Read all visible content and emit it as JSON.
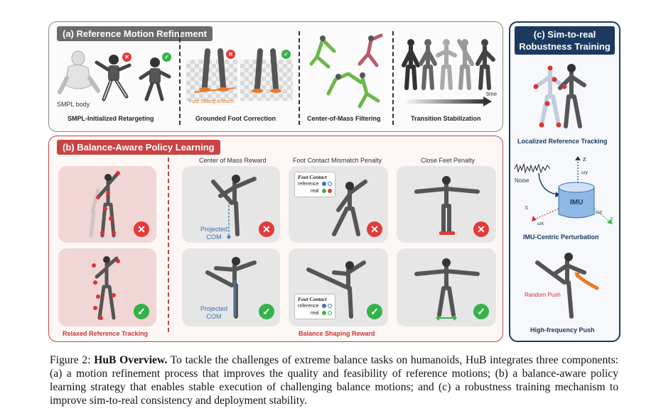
{
  "panel_a": {
    "title": "(a) Reference Motion Refinement",
    "smpl_label": "SMPL body",
    "foot_artifact_label": "Foot Sliding Artifacts",
    "time_label": "time",
    "steps": [
      "SMPL-Initialized Retargeting",
      "Grounded Foot Correction",
      "Center-of-Mass Filtering",
      "Transition Stabilization"
    ]
  },
  "panel_b": {
    "title": "(b) Balance-Aware Policy Learning",
    "column_labels": [
      "Center of Mass Reward",
      "Foot Contact Mismatch Penalty",
      "Close Feet Penalty"
    ],
    "projected_com": [
      "Projected",
      "COM"
    ],
    "foot_contact": {
      "title": "Foot Contact",
      "reference": "reference",
      "real": "real"
    },
    "bottom_left_label": "Relaxed Reference Tracking",
    "bottom_right_label": "Balance Shaping Reward"
  },
  "panel_c": {
    "title_line1": "(c) Sim-to-real",
    "title_line2": "Robustness Training",
    "localized_label": "Localized Reference Tracking",
    "noise_label": "Noise",
    "imu_label": "IMU",
    "axis_x": "x",
    "axis_y": "y",
    "axis_z": "z",
    "omega_x": "ωx",
    "omega_y": "ωy",
    "omega_z": "ωz",
    "imu_label_bottom": "IMU-Centric Perturbation",
    "random_push": "Random Push",
    "push_label": "High-frequency Push"
  },
  "caption": {
    "prefix": "Figure 2: ",
    "bold": "HuB Overview.",
    "text": " To tackle the challenges of extreme balance tasks on humanoids, HuB integrates three components: (a) a motion refinement process that improves the quality and feasibility of reference motions; (b) a balance-aware policy learning strategy that enables stable execution of challenging balance motions; and (c) a robustness training mechanism to improve sim-to-real consistency and deployment stability."
  },
  "colors": {
    "panel_a_border": "#888888",
    "panel_b_border": "#c04545",
    "panel_c_border": "#1c3a60",
    "bad": "#e23b3b",
    "good": "#36b24a",
    "reference_dot": "#3a6fb0",
    "real_dot": "#e23b3b"
  },
  "icons": [
    "cross-icon",
    "check-icon",
    "robot-figure",
    "imu-cylinder",
    "arrow-icon"
  ]
}
